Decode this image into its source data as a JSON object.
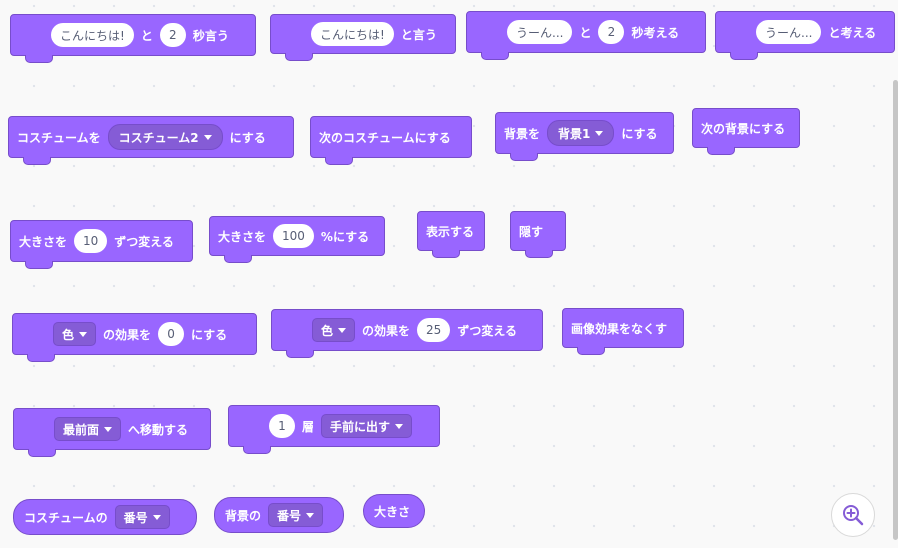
{
  "blocks": {
    "say_for_secs": {
      "message": "こんにちは!",
      "and_label": "と",
      "secs": "2",
      "suffix": "秒言う"
    },
    "say": {
      "message": "こんにちは!",
      "suffix": "と言う"
    },
    "think_for_secs": {
      "message": "うーん...",
      "and_label": "と",
      "secs": "2",
      "suffix": "秒考える"
    },
    "think": {
      "message": "うーん...",
      "suffix": "と考える"
    },
    "switch_costume": {
      "prefix": "コスチュームを",
      "costume": "コスチューム2",
      "suffix": "にする"
    },
    "next_costume": {
      "label": "次のコスチュームにする"
    },
    "switch_backdrop": {
      "prefix": "背景を",
      "backdrop": "背景1",
      "suffix": "にする"
    },
    "next_backdrop": {
      "label": "次の背景にする"
    },
    "change_size": {
      "prefix": "大きさを",
      "value": "10",
      "suffix": "ずつ変える"
    },
    "set_size": {
      "prefix": "大きさを",
      "value": "100",
      "suffix": "%にする"
    },
    "show": {
      "label": "表示する"
    },
    "hide": {
      "label": "隠す"
    },
    "set_effect": {
      "effect": "色",
      "middle": "の効果を",
      "value": "0",
      "suffix": "にする"
    },
    "change_effect": {
      "effect": "色",
      "middle": "の効果を",
      "value": "25",
      "suffix": "ずつ変える"
    },
    "clear_effects": {
      "label": "画像効果をなくす"
    },
    "go_to_layer": {
      "layer": "最前面",
      "suffix": "へ移動する"
    },
    "go_layers": {
      "value": "1",
      "unit": "層",
      "direction": "手前に出す"
    }
  },
  "reporters": {
    "costume_number": {
      "prefix": "コスチュームの",
      "option": "番号"
    },
    "backdrop_number": {
      "prefix": "背景の",
      "option": "番号"
    },
    "size": {
      "label": "大きさ"
    }
  },
  "icons": {
    "zoom": "zoom-in-icon",
    "dropdown": "chevron-down-icon"
  },
  "colors": {
    "looks_block": "#9966ff",
    "looks_border": "#774dcb",
    "dropdown_fill": "#855cd6",
    "input_text": "#575e75",
    "canvas": "#f9f9f9"
  }
}
